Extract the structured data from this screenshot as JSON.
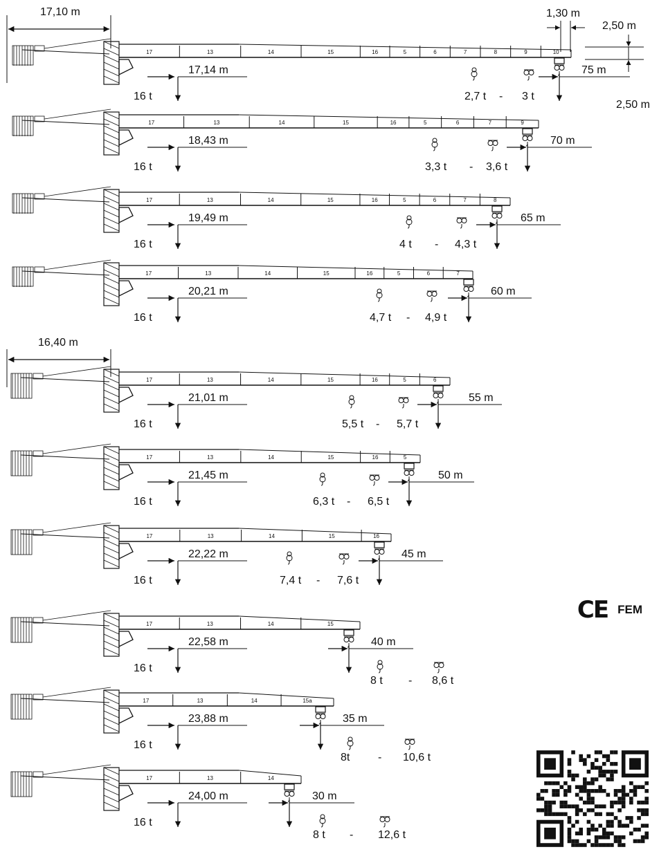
{
  "top_dims": {
    "counter_jib_1": "17,10 m",
    "counter_jib_2": "16,40 m",
    "tip_length": "1,30 m",
    "height_upper": "2,50 m",
    "height_lower": "2,50 m"
  },
  "base_capacity": "16 t",
  "configs": [
    {
      "jib": "75 m",
      "max_radius": "17,14 m",
      "tip_min": "2,7 t",
      "tip_max": "3 t",
      "segments": [
        "17",
        "13",
        "14",
        "15",
        "16",
        "5",
        "6",
        "7",
        "8",
        "9",
        "10"
      ]
    },
    {
      "jib": "70 m",
      "max_radius": "18,43 m",
      "tip_min": "3,3 t",
      "tip_max": "3,6 t",
      "segments": [
        "17",
        "13",
        "14",
        "15",
        "16",
        "5",
        "6",
        "7",
        "9"
      ]
    },
    {
      "jib": "65 m",
      "max_radius": "19,49 m",
      "tip_min": "4 t",
      "tip_max": "4,3 t",
      "segments": [
        "17",
        "13",
        "14",
        "15",
        "16",
        "5",
        "6",
        "7",
        "8"
      ]
    },
    {
      "jib": "60 m",
      "max_radius": "20,21 m",
      "tip_min": "4,7 t",
      "tip_max": "4,9 t",
      "segments": [
        "17",
        "13",
        "14",
        "15",
        "16",
        "5",
        "6",
        "7"
      ]
    },
    {
      "jib": "55 m",
      "max_radius": "21,01 m",
      "tip_min": "5,5 t",
      "tip_max": "5,7 t",
      "segments": [
        "17",
        "13",
        "14",
        "15",
        "16",
        "5",
        "6"
      ]
    },
    {
      "jib": "50 m",
      "max_radius": "21,45 m",
      "tip_min": "6,3 t",
      "tip_max": "6,5 t",
      "segments": [
        "17",
        "13",
        "14",
        "15",
        "16",
        "5"
      ]
    },
    {
      "jib": "45 m",
      "max_radius": "22,22 m",
      "tip_min": "7,4 t",
      "tip_max": "7,6 t",
      "segments": [
        "17",
        "13",
        "14",
        "15",
        "16"
      ]
    },
    {
      "jib": "40 m",
      "max_radius": "22,58 m",
      "tip_min": "8 t",
      "tip_max": "8,6 t",
      "segments": [
        "17",
        "13",
        "14",
        "15"
      ]
    },
    {
      "jib": "35 m",
      "max_radius": "23,88 m",
      "tip_min": "8t",
      "tip_max": "10,6 t",
      "segments": [
        "17",
        "13",
        "14",
        "15a"
      ]
    },
    {
      "jib": "30 m",
      "max_radius": "24,00 m",
      "tip_min": "8 t",
      "tip_max": "12,6 t",
      "segments": [
        "17",
        "13",
        "14"
      ]
    }
  ],
  "separator": "-",
  "certifications": {
    "ce": "CE",
    "fem": "FEM"
  },
  "icons": [
    "hook-2-fall-icon",
    "hook-4-fall-icon",
    "qr-code"
  ]
}
